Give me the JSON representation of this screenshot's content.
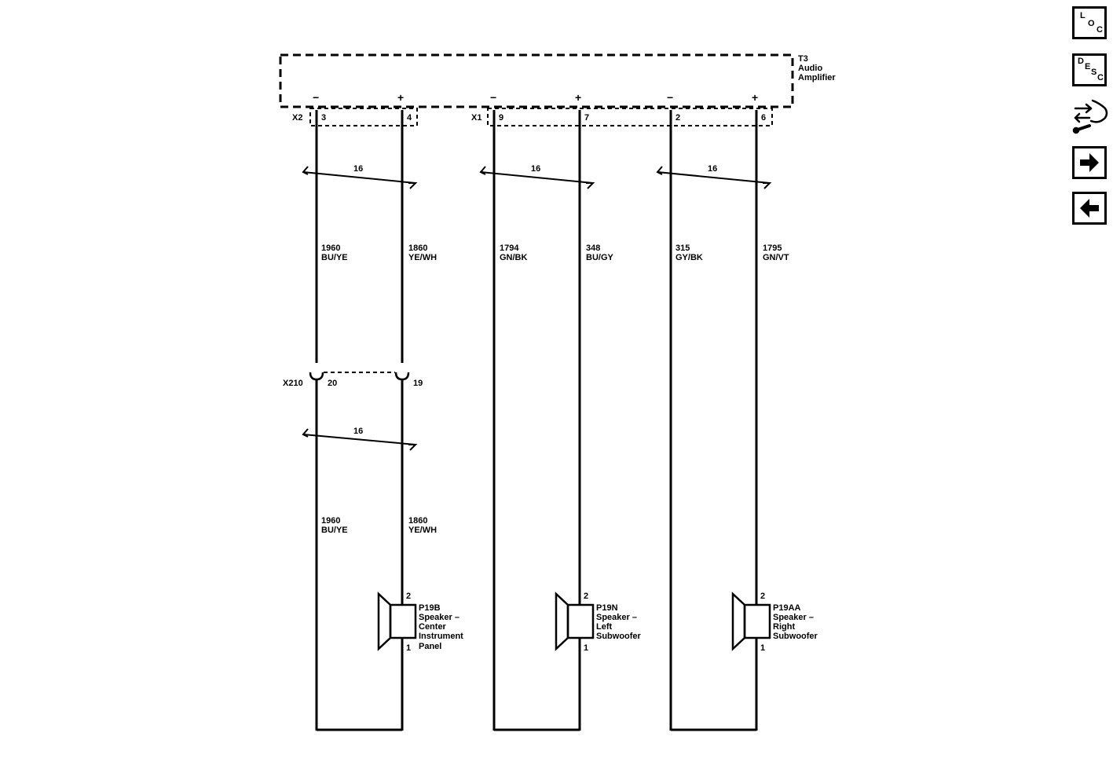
{
  "amplifier": {
    "ref": "T3",
    "name_line1": "Audio",
    "name_line2": "Amplifier",
    "connectors": [
      {
        "id": "X2"
      },
      {
        "id": "X1"
      }
    ]
  },
  "terminals": [
    {
      "sign": "−",
      "pin": "3"
    },
    {
      "sign": "+",
      "pin": "4"
    },
    {
      "sign": "−",
      "pin": "9"
    },
    {
      "sign": "+",
      "pin": "7"
    },
    {
      "sign": "−",
      "pin": "2"
    },
    {
      "sign": "+",
      "pin": "6"
    }
  ],
  "twists_upper": [
    "16",
    "16",
    "16"
  ],
  "twist_lower": "16",
  "wires_upper": [
    {
      "circuit": "1960",
      "color": "BU/YE"
    },
    {
      "circuit": "1860",
      "color": "YE/WH"
    },
    {
      "circuit": "1794",
      "color": "GN/BK"
    },
    {
      "circuit": "348",
      "color": "BU/GY"
    },
    {
      "circuit": "315",
      "color": "GY/BK"
    },
    {
      "circuit": "1795",
      "color": "GN/VT"
    }
  ],
  "inline_connector": {
    "id": "X210",
    "pin_left": "20",
    "pin_right": "19"
  },
  "wires_lower": [
    {
      "circuit": "1960",
      "color": "BU/YE"
    },
    {
      "circuit": "1860",
      "color": "YE/WH"
    }
  ],
  "speakers": [
    {
      "pin_top": "2",
      "pin_bottom": "1",
      "lines": [
        "P19B",
        "Speaker –",
        "Center",
        "Instrument",
        "Panel"
      ]
    },
    {
      "pin_top": "2",
      "pin_bottom": "1",
      "lines": [
        "P19N",
        "Speaker –",
        "Left",
        "Subwoofer"
      ]
    },
    {
      "pin_top": "2",
      "pin_bottom": "1",
      "lines": [
        "P19AA",
        "Speaker –",
        "Right",
        "Subwoofer"
      ]
    }
  ],
  "nav": {
    "loc": [
      "L",
      "O",
      "C"
    ],
    "desc": [
      "D",
      "E",
      "S",
      "C"
    ],
    "icons": {
      "loc": "location-icon",
      "desc": "description-icon",
      "diag": "diagnostic-connector-icon",
      "next": "arrow-right-icon",
      "prev": "arrow-left-icon"
    }
  }
}
